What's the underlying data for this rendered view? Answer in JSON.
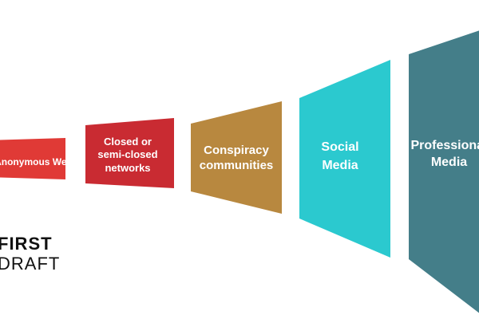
{
  "stages": [
    {
      "label": "Anonymous Web",
      "color": "#e03a36"
    },
    {
      "label": "Closed or\nsemi-closed\nnetworks",
      "color": "#c92b32"
    },
    {
      "label": "Conspiracy\ncommunities",
      "color": "#b8883f"
    },
    {
      "label": "Social\nMedia",
      "color": "#2bc9cf"
    },
    {
      "label": "Professional\nMedia",
      "color": "#447e89"
    }
  ],
  "logo": {
    "line1": "FIRST",
    "line2": "DRAFT"
  }
}
